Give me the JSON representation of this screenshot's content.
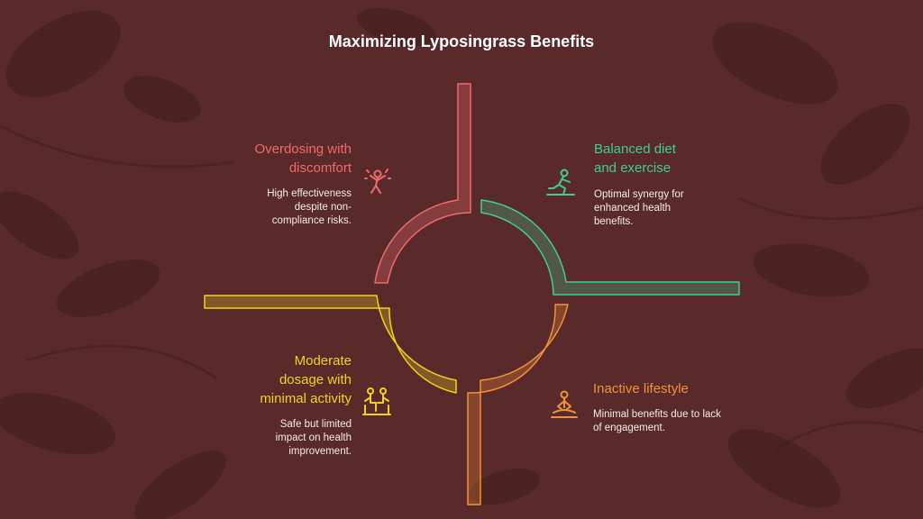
{
  "title": "Maximizing Lyposingrass Benefits",
  "quadrants": {
    "top_left": {
      "heading_lines": [
        "Overdosing with",
        "discomfort"
      ],
      "description_lines": [
        "High effectiveness",
        "despite non-",
        "compliance risks."
      ],
      "icon": "dancing-person-icon",
      "color": "#f06a6a"
    },
    "top_right": {
      "heading_lines": [
        "Balanced diet",
        "and exercise"
      ],
      "description_lines": [
        "Optimal synergy for",
        "enhanced health",
        "benefits."
      ],
      "icon": "kneeling-person-icon",
      "color": "#3ecf8e"
    },
    "bottom_left": {
      "heading_lines": [
        "Moderate",
        "dosage with",
        "minimal activity"
      ],
      "description_lines": [
        "Safe but limited",
        "impact on health",
        "improvement."
      ],
      "icon": "sitting-people-icon",
      "color": "#f2d21e"
    },
    "bottom_right": {
      "heading_lines": [
        "Inactive lifestyle"
      ],
      "description_lines": [
        "Minimal benefits due to lack",
        "of engagement."
      ],
      "icon": "meditating-person-icon",
      "color": "#f0923a"
    }
  },
  "colors": {
    "background": "#5a2a2a",
    "leaf": "#3e1c1b"
  }
}
